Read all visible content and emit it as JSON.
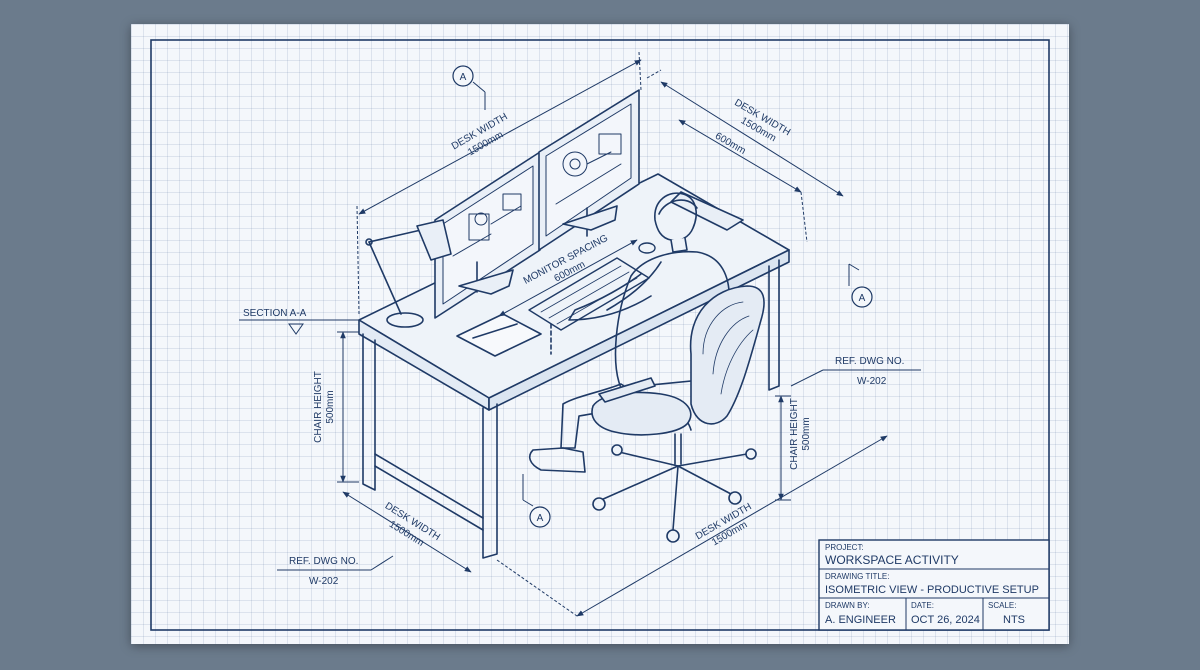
{
  "dimensions": {
    "desk_width_top_left": [
      "DESK WIDTH",
      "1500mm"
    ],
    "desk_width_top_right": [
      "DESK WIDTH",
      "1500mm"
    ],
    "depth_top_right": "600mm",
    "monitor_spacing": [
      "MONITOR SPACING",
      "600mm"
    ],
    "chair_height_left": [
      "CHAIR HEIGHT",
      "500mm"
    ],
    "chair_height_right": [
      "CHAIR HEIGHT",
      "500mm"
    ],
    "desk_width_bottom_left": [
      "DESK WIDTH",
      "1500mm"
    ],
    "desk_width_bottom_right": [
      "DESK WIDTH",
      "1500mm"
    ]
  },
  "callouts": {
    "section": "SECTION A-A",
    "section_marker": "A",
    "ref_dwg_label": "REF. DWG NO.",
    "ref_dwg_number": "W-202"
  },
  "title_block": {
    "project_label": "PROJECT:",
    "project_value": "WORKSPACE ACTIVITY",
    "drawing_title_label": "DRAWING TITLE:",
    "drawing_title_value": "ISOMETRIC VIEW - PRODUCTIVE SETUP",
    "drawn_by_label": "DRAWN BY:",
    "drawn_by_value": "A. ENGINEER",
    "date_label": "DATE:",
    "date_value": "OCT 26, 2024",
    "scale_label": "SCALE:",
    "scale_value": "NTS"
  },
  "colors": {
    "ink": "#1f3a66",
    "paper": "#f4f7fb",
    "background": "#6b7b8c"
  }
}
